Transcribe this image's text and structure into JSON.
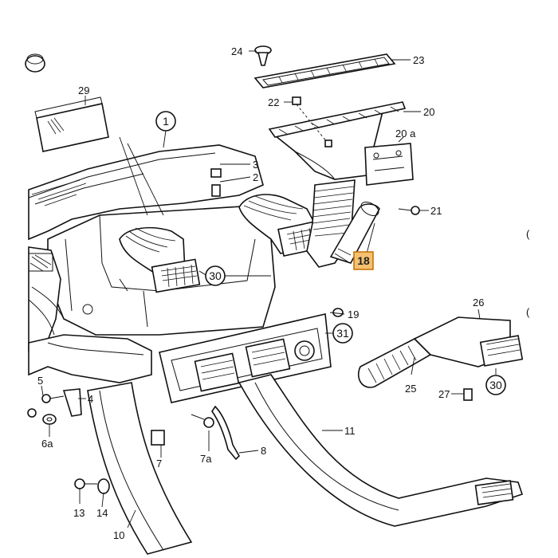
{
  "callouts": {
    "c1": "1",
    "c3": "3",
    "c2": "2",
    "c4": "4",
    "c5": "5",
    "c6a": "6a",
    "c7": "7",
    "c7a": "7a",
    "c8": "8",
    "c10": "10",
    "c11": "11",
    "c13": "13",
    "c14": "14",
    "c18": "18",
    "c19": "19",
    "c20": "20",
    "c20a": "20 a",
    "c21": "21",
    "c22": "22",
    "c23": "23",
    "c24": "24",
    "c25": "25",
    "c26": "26",
    "c27": "27",
    "c29": "29",
    "c30a": "30",
    "c30b": "30",
    "c31": "31"
  },
  "highlight": {
    "part": "18",
    "fill": "#f5c070",
    "border": "#c07000"
  },
  "margin_marks": {
    "m1": "(",
    "m2": "("
  }
}
